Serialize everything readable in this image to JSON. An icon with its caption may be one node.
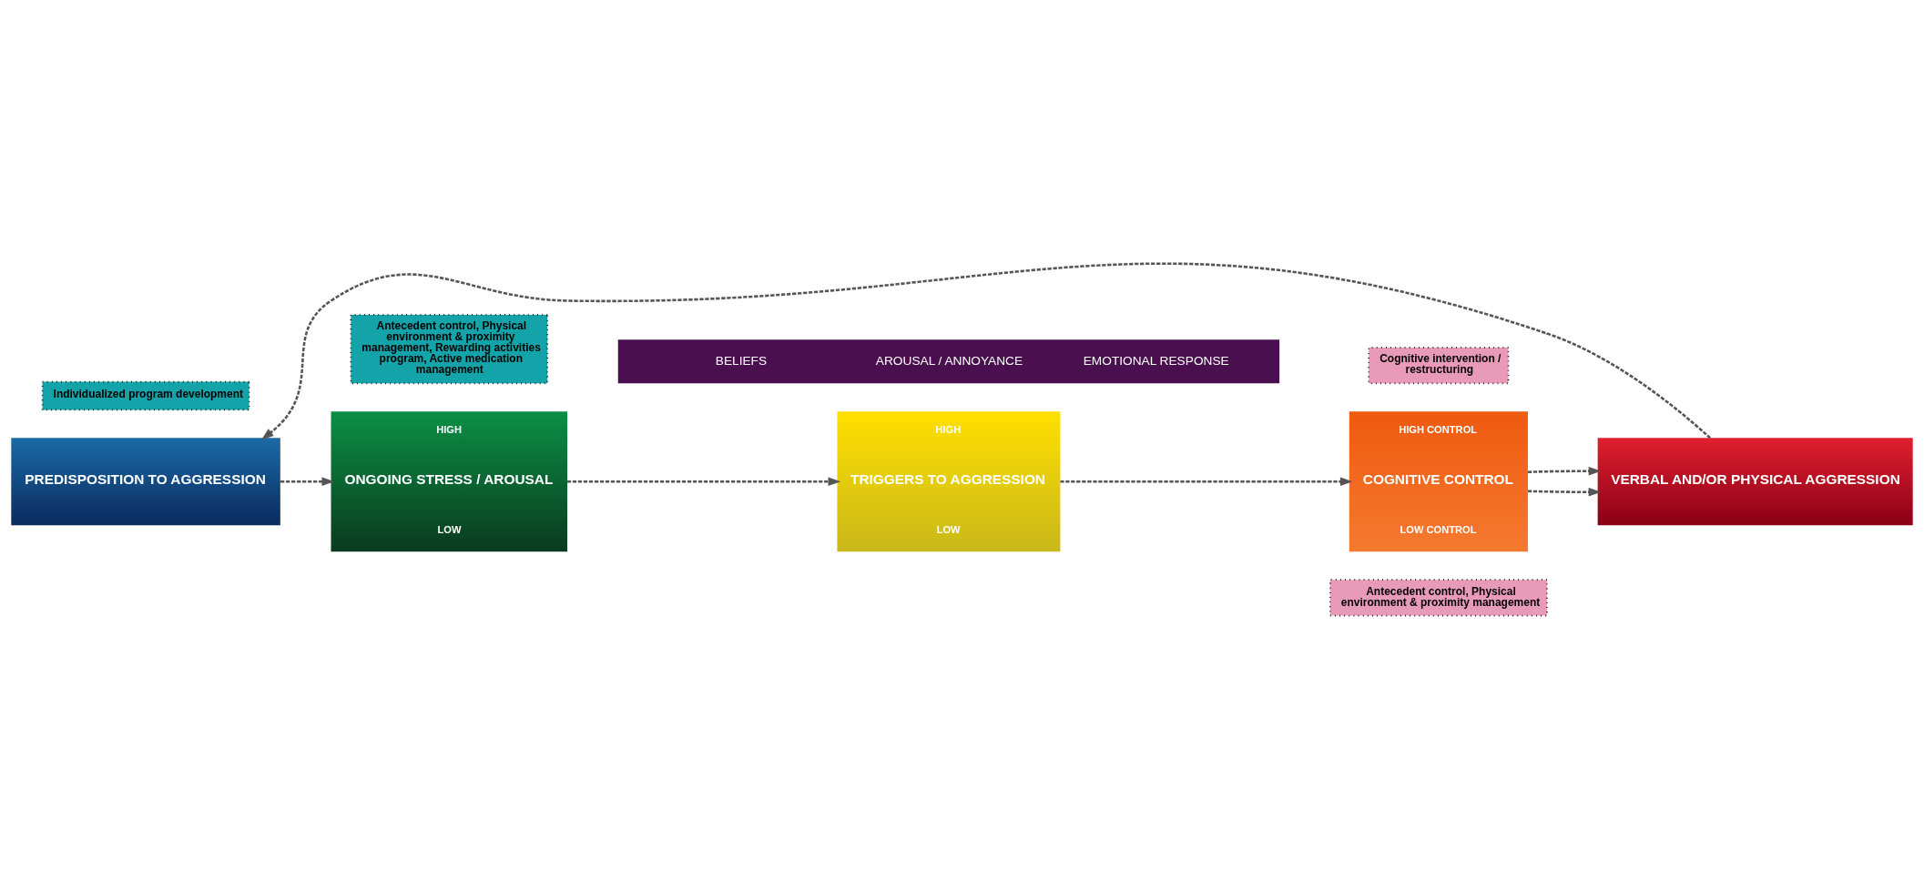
{
  "diagram": {
    "nodes": [
      {
        "text": [
          "Individualized program development"
        ]
      },
      {
        "text": [
          "Antecedent control, Physical environment & proximity management, Rewarding activities program, Active medication management"
        ]
      },
      {
        "text": [
          "Cognitive intervention / restructuring"
        ]
      },
      {
        "text": [
          "PREDISPOSITION TO AGGRESSION"
        ]
      },
      {
        "text": [
          "HIGH",
          "ONGOING STRESS / AROUSAL",
          "LOW"
        ]
      },
      {
        "text": [
          "HIGH",
          "TRIGGERS TO AGGRESSION",
          "LOW"
        ]
      },
      {
        "text": [
          "HIGH CONTROL",
          "COGNITIVE CONTROL",
          "LOW CONTROL"
        ]
      },
      {
        "text": [
          "VERBAL AND/OR PHYSICAL AGGRESSION"
        ]
      },
      {
        "text": [
          "Antecedent control, Physical environment & proximity management"
        ]
      },
      {
        "text": [
          "BELIEFS",
          "AROUSAL / ANNOYANCE",
          "EMOTIONAL RESPONSE"
        ]
      }
    ],
    "edges": [
      {
        "from": 3,
        "to": 4,
        "arrow": "to",
        "style": "dashed"
      },
      {
        "from": 4,
        "to": 5,
        "arrow": "to",
        "style": "dashed"
      },
      {
        "from": 5,
        "to": 6,
        "arrow": "to",
        "style": "dashed"
      },
      {
        "from": 6,
        "to": 7,
        "arrow": "to",
        "style": "dashed"
      },
      {
        "from": 6,
        "to": 7,
        "arrow": "to",
        "style": "dashed"
      },
      {
        "from": 7,
        "to": 3,
        "arrow": "to",
        "style": "dashed"
      }
    ]
  }
}
